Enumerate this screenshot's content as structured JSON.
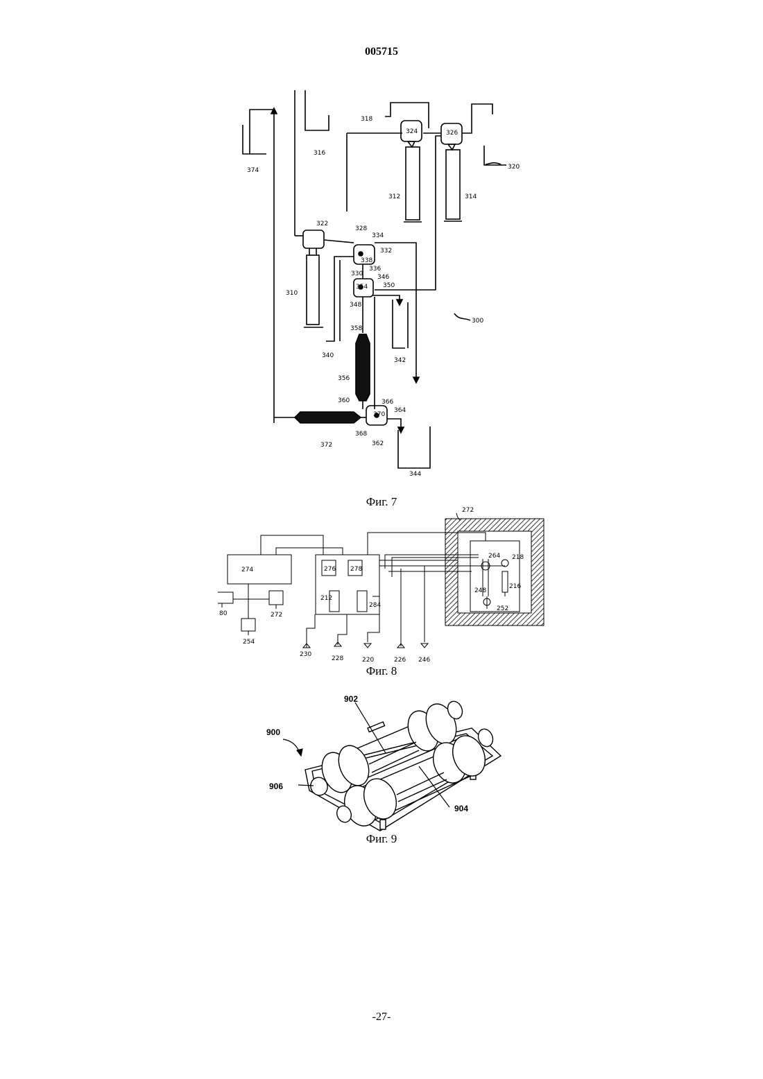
{
  "header": {
    "document_number": "005715"
  },
  "figures": {
    "fig7": {
      "caption": "Фиг. 7",
      "labels": {
        "l374": "374",
        "l316": "316",
        "l318": "318",
        "l324": "324",
        "l326": "326",
        "l320": "320",
        "l312": "312",
        "l314": "314",
        "l322": "322",
        "l328": "328",
        "l334": "334",
        "l332": "332",
        "l330": "330",
        "l336": "336",
        "l338": "338",
        "l310": "310",
        "l346": "346",
        "l354": "354",
        "l350": "350",
        "l348": "348",
        "l300": "300",
        "l358": "358",
        "l340": "340",
        "l342": "342",
        "l356": "356",
        "l360": "360",
        "l366": "366",
        "l364": "364",
        "l370": "370",
        "l372": "372",
        "l368": "368",
        "l362": "362",
        "l344": "344"
      }
    },
    "fig8": {
      "caption": "Фиг. 8",
      "labels": {
        "l272a": "272",
        "l274": "274",
        "l276": "276",
        "l278": "278",
        "l212": "212",
        "l284": "284",
        "l80": "80",
        "l272b": "272",
        "l254": "254",
        "l230": "230",
        "l228": "228",
        "l220": "220",
        "l226": "226",
        "l246": "246",
        "l264": "264",
        "l218": "218",
        "l248": "248",
        "l216": "216",
        "l252": "252"
      }
    },
    "fig9": {
      "caption": "Фиг. 9",
      "labels": {
        "l900": "900",
        "l902": "902",
        "l904": "904",
        "l906": "906"
      }
    }
  },
  "footer": {
    "page_number": "-27-"
  }
}
